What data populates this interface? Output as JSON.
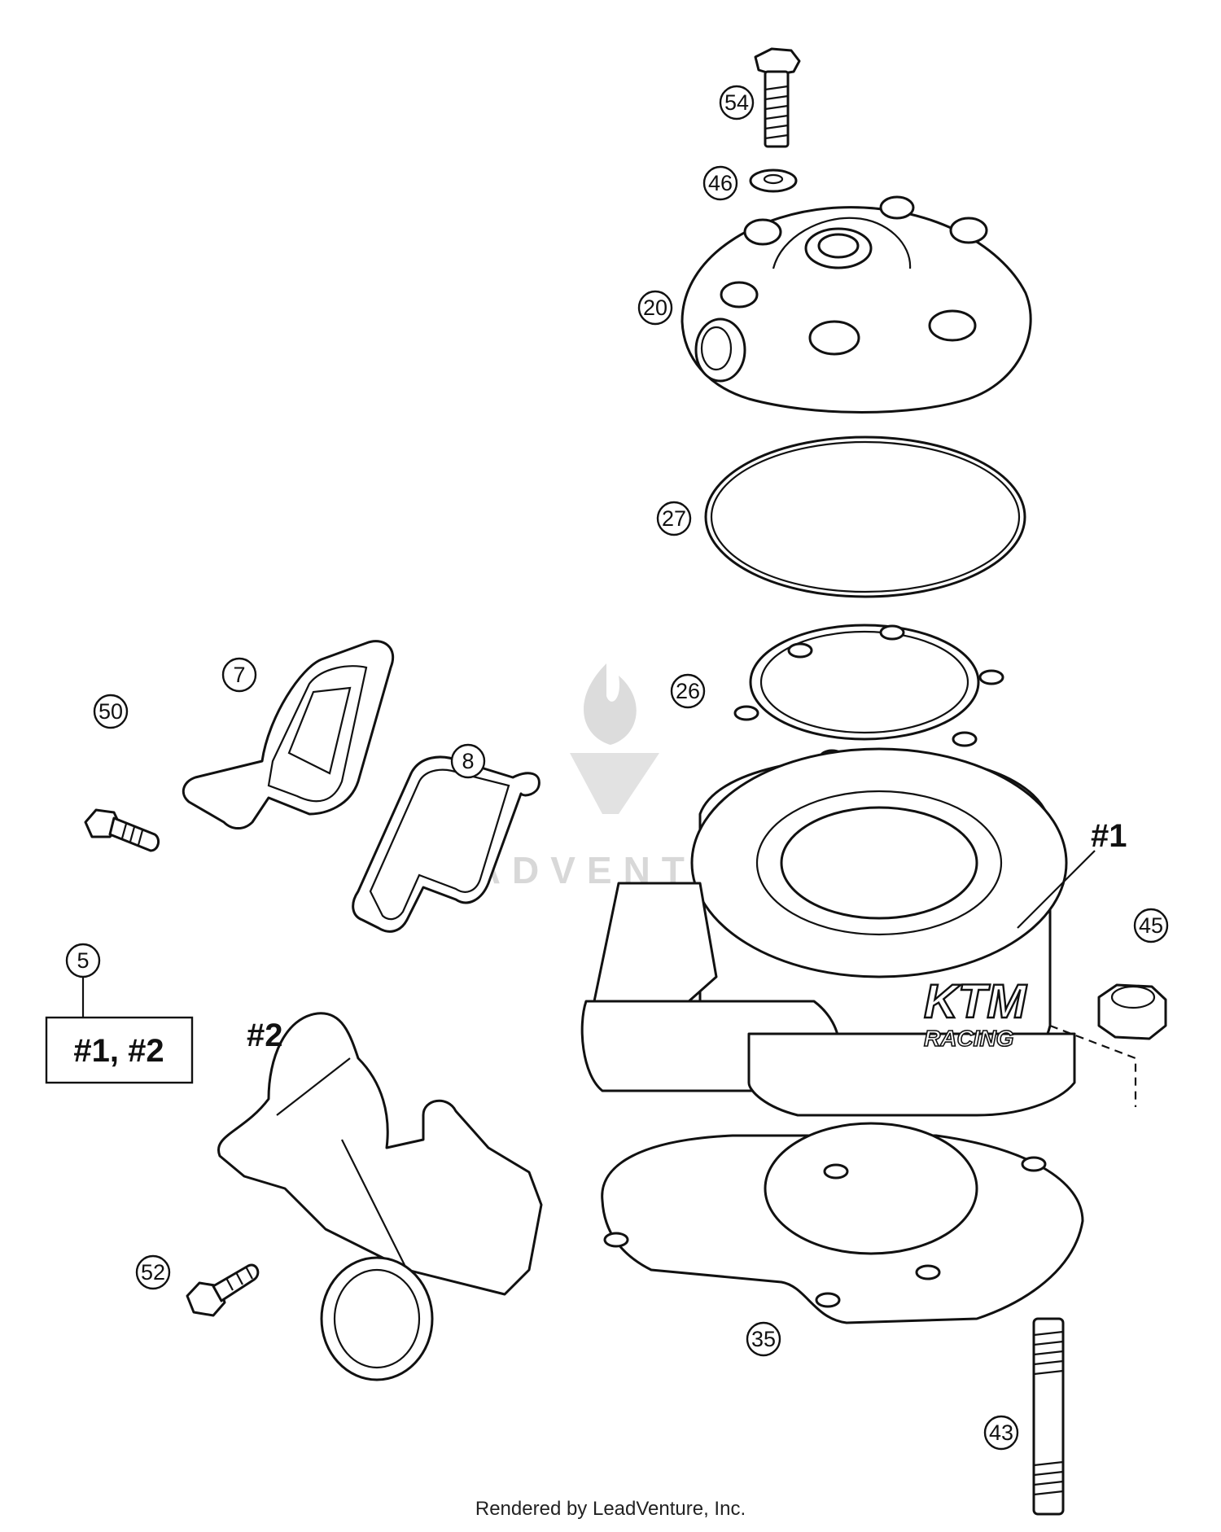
{
  "callouts": {
    "c54": "54",
    "c46": "46",
    "c20": "20",
    "c27": "27",
    "c26": "26",
    "c7": "7",
    "c50": "50",
    "c8": "8",
    "c5": "5",
    "c45": "45",
    "c52": "52",
    "c35": "35",
    "c43": "43"
  },
  "references": {
    "cylinder": "#1",
    "intake_flange": "#2",
    "kit_box": "#1, #2"
  },
  "cylinder_brand": "KTM",
  "cylinder_brand_sub": "RACING",
  "watermark": {
    "text": "LEADVENTURE",
    "color": "#d8d8d8"
  },
  "footer": "Rendered by LeadVenture, Inc."
}
